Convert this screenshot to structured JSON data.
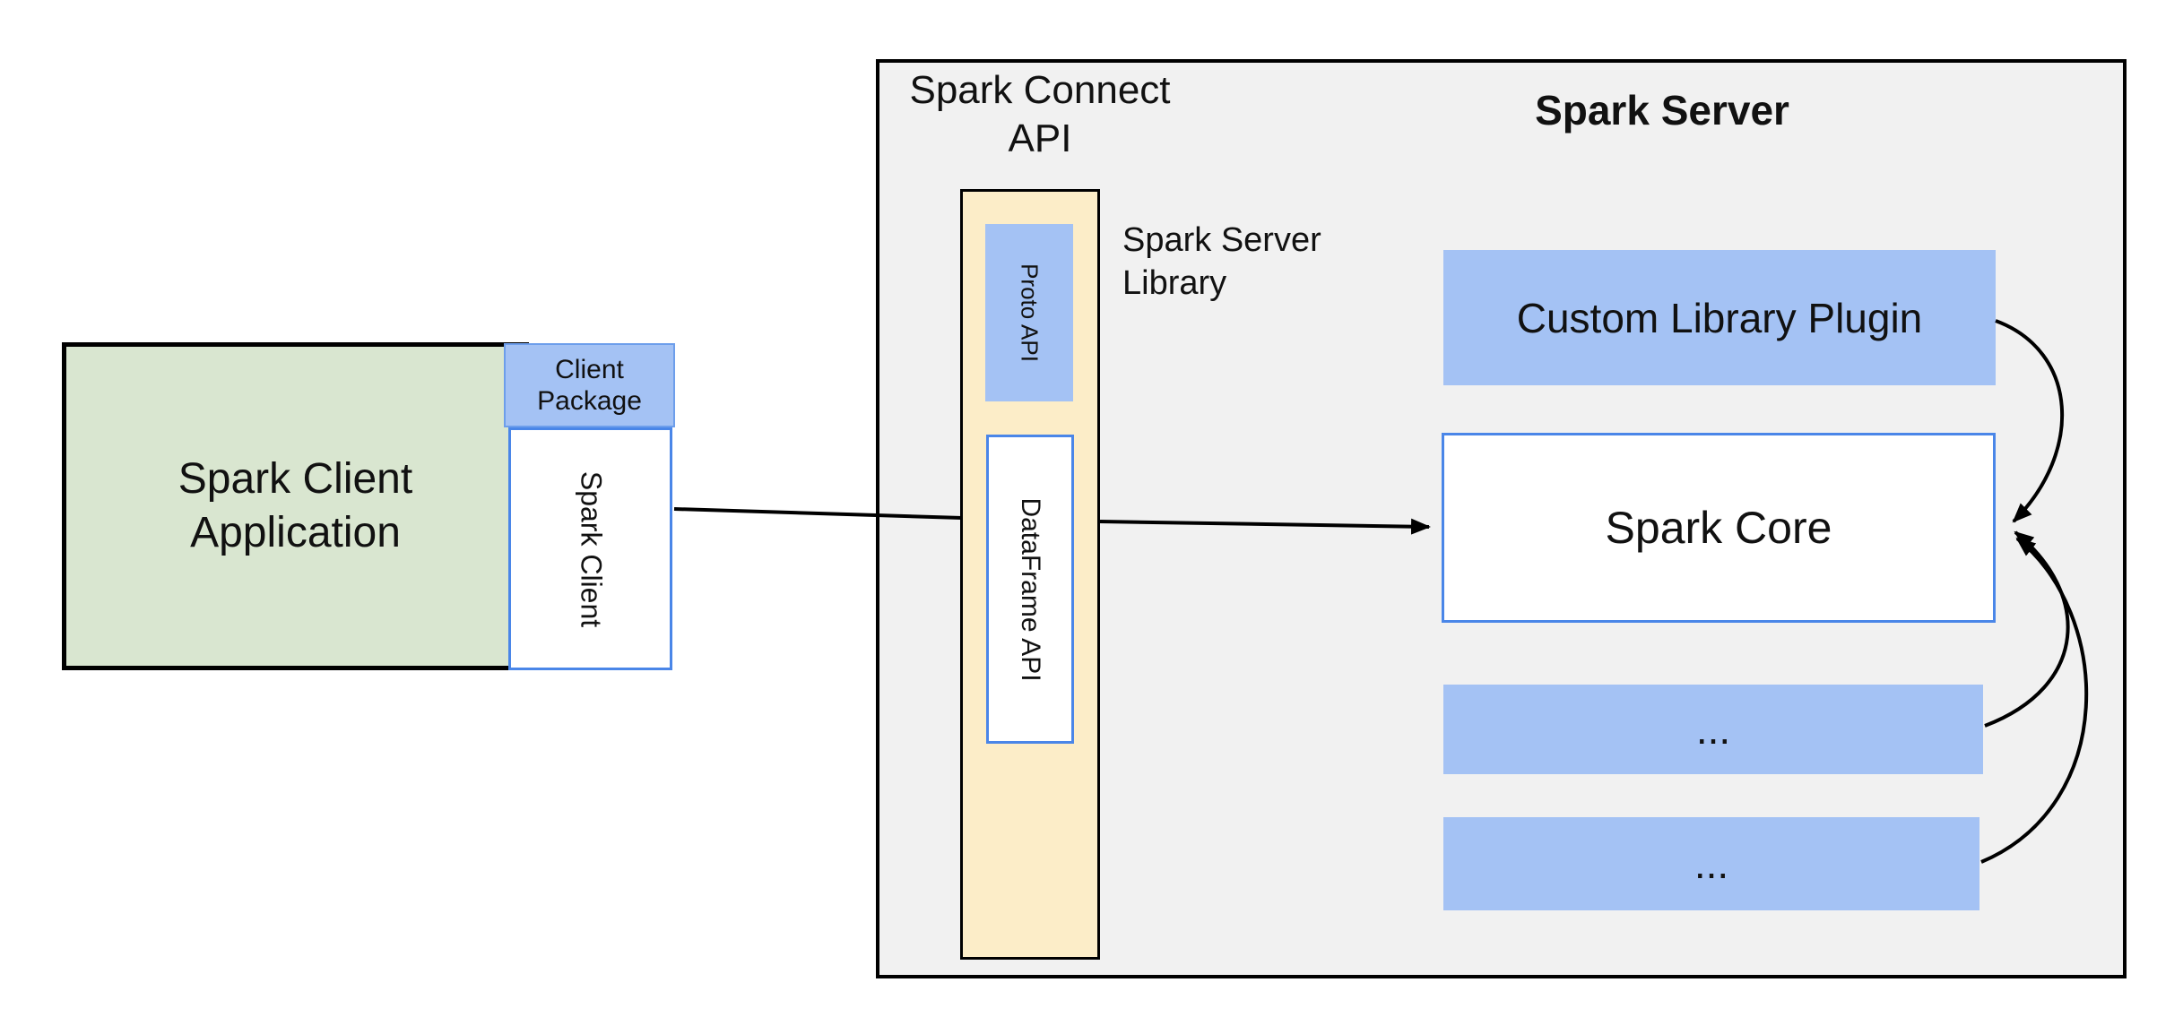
{
  "colors": {
    "background": "#ffffff",
    "panel_gray": "#f1f1f1",
    "blue_fill": "#a4c2f4",
    "blue_border": "#4a86e8",
    "package_border": "#6d9eeb",
    "green_fill": "#d9e6d0",
    "yellow_fill": "#fcedc8",
    "line_black": "#000000"
  },
  "client": {
    "app_line1": "Spark Client",
    "app_line2": "Application",
    "package_line1": "Client",
    "package_line2": "Package",
    "spark_client_label": "Spark Client"
  },
  "connect_api": {
    "title_line1": "Spark Connect",
    "title_line2": "API",
    "proto_label": "Proto API",
    "dataframe_label": "DataFrame API",
    "library_line1": "Spark Server",
    "library_line2": "Library"
  },
  "server": {
    "title": "Spark Server",
    "plugin_label": "Custom Library Plugin",
    "core_label": "Spark Core",
    "misc_box1": "...",
    "misc_box2": "..."
  }
}
